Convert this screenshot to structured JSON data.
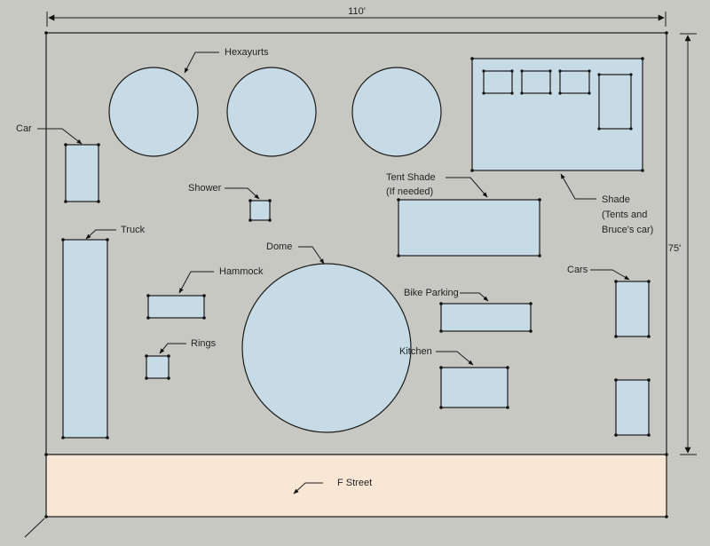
{
  "dimensions": {
    "width": "110'",
    "height": "75'"
  },
  "labels": {
    "hexayurts": "Hexayurts",
    "car": "Car",
    "shower": "Shower",
    "tent_shade_1": "Tent Shade",
    "tent_shade_2": "(If needed)",
    "shade_1": "Shade",
    "shade_2": "(Tents and",
    "shade_3": "Bruce's car)",
    "truck": "Truck",
    "dome": "Dome",
    "hammock": "Hammock",
    "bike_parking": "Bike Parking",
    "cars": "Cars",
    "rings": "Rings",
    "kitchen": "Kitchen",
    "street": "F Street"
  }
}
